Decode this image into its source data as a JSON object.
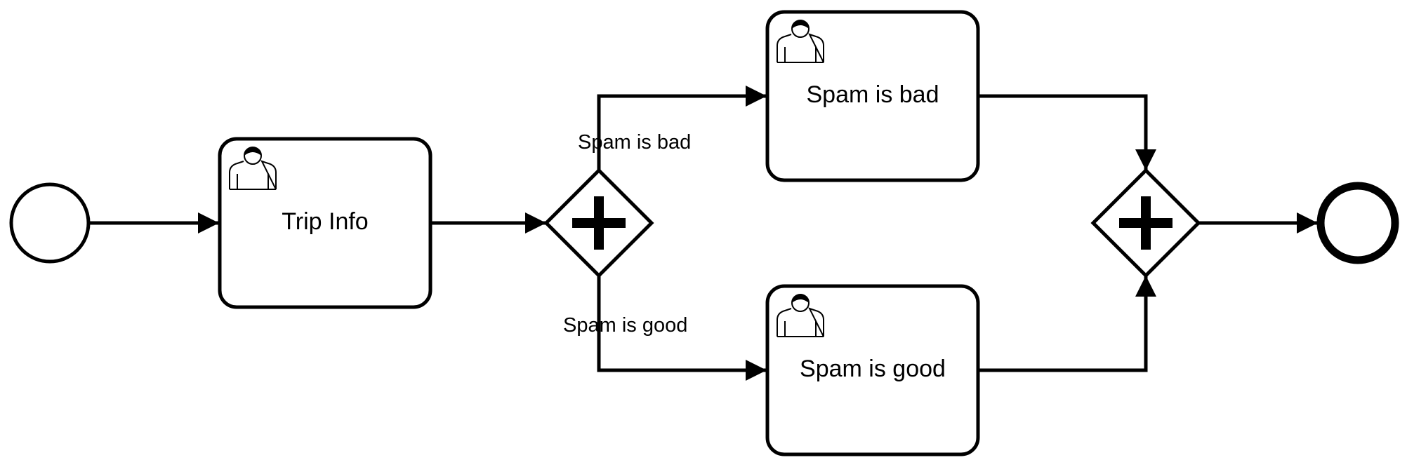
{
  "diagram": {
    "type": "bpmn-process",
    "colors": {
      "stroke": "#000000",
      "fill": "#ffffff"
    },
    "nodes": {
      "start_event": {
        "kind": "start-event"
      },
      "task_trip_info": {
        "kind": "user-task",
        "icon": "user-icon",
        "label": "Trip Info"
      },
      "gateway_split": {
        "kind": "parallel-gateway",
        "icon": "plus-icon"
      },
      "task_spam_bad": {
        "kind": "user-task",
        "icon": "user-icon",
        "label": "Spam is bad"
      },
      "task_spam_good": {
        "kind": "user-task",
        "icon": "user-icon",
        "label": "Spam is good"
      },
      "gateway_join": {
        "kind": "parallel-gateway",
        "icon": "plus-icon"
      },
      "end_event": {
        "kind": "end-event"
      }
    },
    "flows": {
      "start_to_trip": {
        "from": "start_event",
        "to": "task_trip_info",
        "label": ""
      },
      "trip_to_split": {
        "from": "task_trip_info",
        "to": "gateway_split",
        "label": ""
      },
      "split_to_bad": {
        "from": "gateway_split",
        "to": "task_spam_bad",
        "label": "Spam is bad"
      },
      "split_to_good": {
        "from": "gateway_split",
        "to": "task_spam_good",
        "label": "Spam is good"
      },
      "bad_to_join": {
        "from": "task_spam_bad",
        "to": "gateway_join",
        "label": ""
      },
      "good_to_join": {
        "from": "task_spam_good",
        "to": "gateway_join",
        "label": ""
      },
      "join_to_end": {
        "from": "gateway_join",
        "to": "end_event",
        "label": ""
      }
    }
  }
}
